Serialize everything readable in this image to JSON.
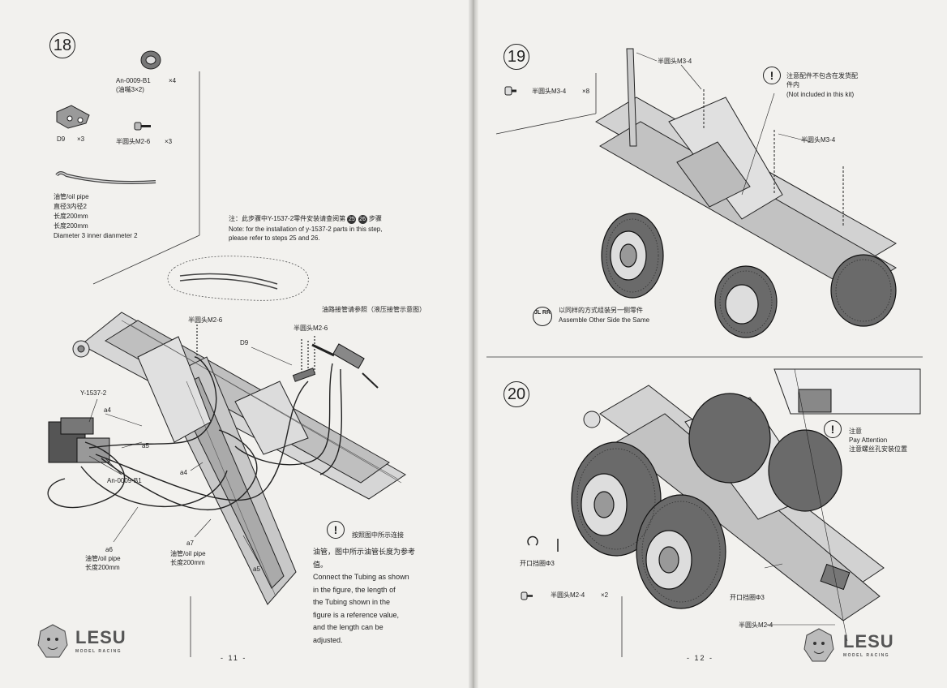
{
  "left": {
    "step": "18",
    "parts": {
      "p1": {
        "code": "An-0009-B1",
        "qty": "×4",
        "sub": "(油嘴3×2)"
      },
      "p2": {
        "code": "D9",
        "qty": "×3"
      },
      "p3": {
        "code": "半圆头M2-6",
        "qty": "×3"
      },
      "pipe": [
        "油管/oil pipe",
        "直径3内径2",
        "长度200mm",
        "长度200mm",
        "Diameter 3 inner dianmeter 2"
      ]
    },
    "note_cn": "注：此步骤中Y-1537-2零件安装请查阅第",
    "note_steps": [
      "25",
      "26"
    ],
    "note_cn_end": "步骤",
    "note_en1": "Note: for the installation of y-1537-2 parts in this step,",
    "note_en2": "please refer to steps 25 and 26.",
    "labels": {
      "pipe_ref": "油路接管请参照（液压接管示意图）",
      "screw1": "半圆头M2-6",
      "screw2": "半圆头M2-6",
      "d9": "D9",
      "y1537": "Y-1537-2",
      "a4a": "a4",
      "a5a": "a5",
      "a4b": "a4",
      "an0009": "An-0009-B1",
      "a6": "a6",
      "a6_l1": "油管/oil pipe",
      "a6_l2": "长度200mm",
      "a7": "a7",
      "a7_l1": "油管/oil pipe",
      "a7_l2": "长度200mm",
      "a5b": "a5"
    },
    "attention_cn": "按照图中所示连接",
    "attention_lines": [
      "油管，图中所示油管长度为参考",
      "值。",
      "Connect the Tubing as shown",
      "in the figure, the length of",
      "the Tubing shown in the",
      "figure is a reference value,",
      "and the length can be",
      "adjusted."
    ],
    "page_number": "- 11 -",
    "logo": "LESU",
    "logo_sub": "MODEL RACING"
  },
  "right": {
    "step19": "19",
    "parts19": {
      "code": "半圆头M3-4",
      "qty": "×8"
    },
    "labels19": {
      "screw_a": "半圆头M3-4",
      "screw_b": "半圆头M3-4",
      "note_cn1": "注意配件不包含在发货配",
      "note_cn2": "件内",
      "note_en": "(Not included in this kit)",
      "same_cn": "以同样的方式组装另一侧零件",
      "same_en": "Assemble Other Side the Same",
      "same_icon": "JL RR"
    },
    "step20": "20",
    "labels20": {
      "att_cn": "注意",
      "att_en": "Pay Attention",
      "att_cn2": "注意螺丝孔安装位置",
      "ring": "开口挡圈Φ3",
      "screw_part": "半圆头M2-4",
      "screw_qty": "×2",
      "ring2": "开口挡圈Φ3",
      "screw2": "半圆头M2-4"
    },
    "page_number": "- 12 -",
    "logo": "LESU",
    "logo_sub": "MODEL RACING"
  }
}
